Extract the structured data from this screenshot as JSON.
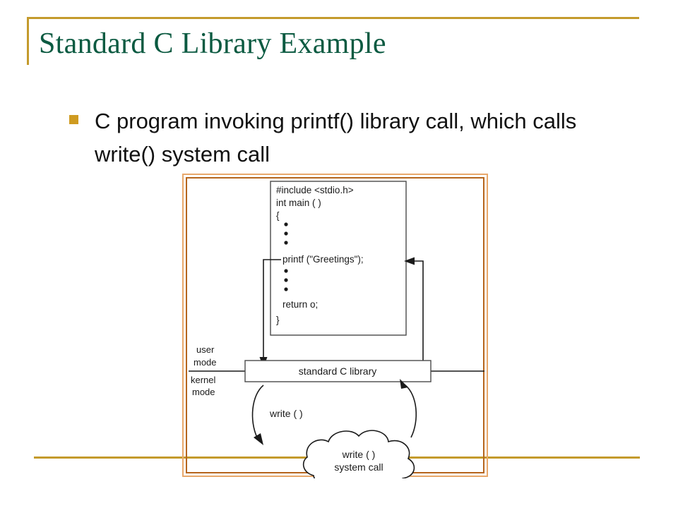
{
  "slide": {
    "title": "Standard C Library Example",
    "accent_color": "#c49a2c",
    "title_color": "#0b5a41",
    "bullets": [
      {
        "marker": "square-bullet",
        "text": "C program invoking printf() library call, which calls write() system call"
      }
    ]
  },
  "diagram": {
    "frame_border_outer_color": "#e8a86b",
    "frame_border_inner_color": "#b5651d",
    "code_block": {
      "lines": [
        "#include <stdio.h>",
        "int main ( )",
        "{",
        "printf (\"Greetings\");",
        "return o;",
        "}"
      ],
      "ellipsis_marks": "vertical dots"
    },
    "mode_labels": {
      "user_line1": "user",
      "user_line2": "mode",
      "kernel_line1": "kernel",
      "kernel_line2": "mode"
    },
    "library_box": "standard C library",
    "call_label": "write ( )",
    "cloud_line1": "write ( )",
    "cloud_line2": "system call"
  }
}
